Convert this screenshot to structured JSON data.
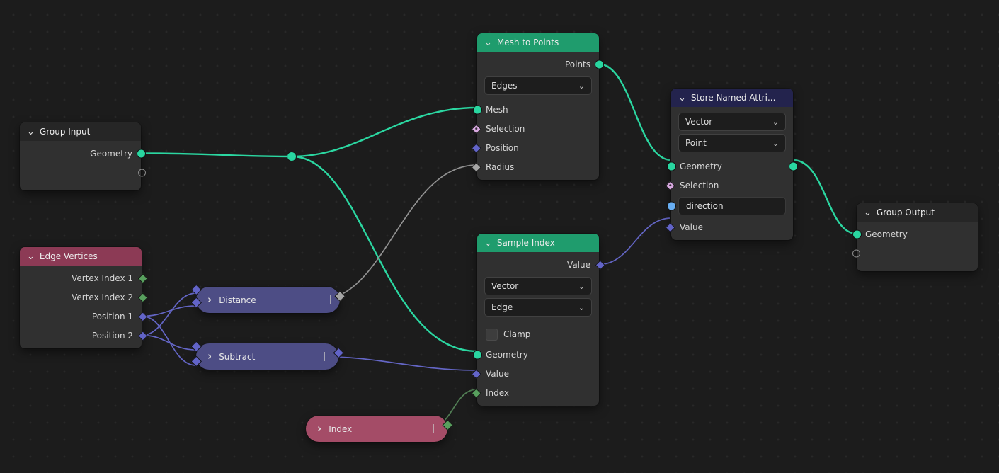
{
  "editor": {
    "type": "geometry-node-editor"
  },
  "colors": {
    "background": "#1c1c1c",
    "grid_dot": "#282828",
    "node_body": "#303030",
    "header_gray": "#262626",
    "header_red": "#8c3a55",
    "header_green": "#1f9c6d",
    "header_navy": "#23234d",
    "pill_blue": "#4d4d85",
    "pill_red": "#a44c67",
    "socket_geometry": "#29d6a0",
    "socket_integer": "#58a05e",
    "socket_vector": "#6264c8",
    "socket_boolean": "#d9a9e1",
    "socket_float": "#a5a5a5",
    "socket_string": "#68aef2",
    "wire_geometry": "#2bd7a1",
    "wire_vector": "#6466c6",
    "wire_float": "#919191",
    "wire_integer": "#527f55"
  },
  "nodes": {
    "group_input": {
      "title": "Group Input",
      "rows": {
        "geometry": "Geometry"
      }
    },
    "edge_vertices": {
      "title": "Edge Vertices",
      "rows": {
        "vi1": "Vertex Index 1",
        "vi2": "Vertex Index 2",
        "p1": "Position 1",
        "p2": "Position 2"
      }
    },
    "distance": {
      "title": "Distance"
    },
    "subtract": {
      "title": "Subtract"
    },
    "index": {
      "title": "Index"
    },
    "mesh_to_points": {
      "title": "Mesh to Points",
      "output_points": "Points",
      "dropdown_domain": "Edges",
      "rows": {
        "mesh": "Mesh",
        "selection": "Selection",
        "position": "Position",
        "radius": "Radius"
      }
    },
    "sample_index": {
      "title": "Sample Index",
      "output_value": "Value",
      "dropdown_type": "Vector",
      "dropdown_domain": "Edge",
      "clamp_label": "Clamp",
      "rows": {
        "geometry": "Geometry",
        "value": "Value",
        "index": "Index"
      }
    },
    "store_named_attribute": {
      "title": "Store Named Attri...",
      "dropdown_type": "Vector",
      "dropdown_domain": "Point",
      "name_value": "direction",
      "rows": {
        "geometry": "Geometry",
        "selection": "Selection",
        "value": "Value"
      }
    },
    "group_output": {
      "title": "Group Output",
      "rows": {
        "geometry": "Geometry"
      }
    }
  }
}
